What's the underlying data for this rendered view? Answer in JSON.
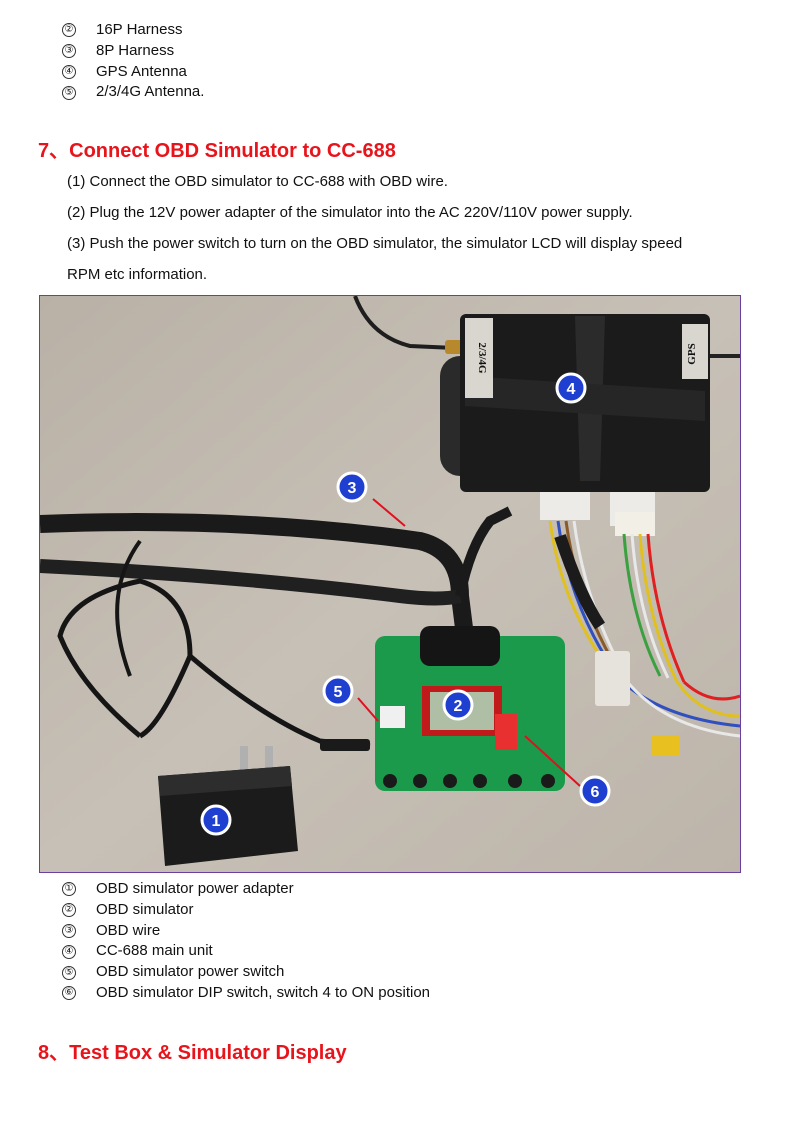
{
  "top_list": [
    {
      "num": "②",
      "text": "16P Harness"
    },
    {
      "num": "③",
      "text": "8P Harness"
    },
    {
      "num": "④",
      "text": "GPS Antenna"
    },
    {
      "num": "⑤",
      "text": "2/3/4G Antenna."
    }
  ],
  "section7": {
    "title": "7、Connect OBD Simulator to CC-688",
    "steps": [
      "(1)  Connect the OBD simulator to CC-688 with OBD wire.",
      "(2)  Plug the 12V power adapter of the simulator into the AC 220V/110V power supply.",
      "(3)  Push the power switch to turn on the OBD simulator, the simulator LCD will display speed",
      "RPM etc information."
    ]
  },
  "photo": {
    "unit_label_left": "2/3/4G",
    "unit_label_right": "GPS",
    "badges": [
      "1",
      "2",
      "3",
      "4",
      "5",
      "6"
    ]
  },
  "bottom_list": [
    {
      "num": "①",
      "text": "OBD simulator power adapter"
    },
    {
      "num": "②",
      "text": "OBD simulator"
    },
    {
      "num": "③",
      "text": "OBD wire"
    },
    {
      "num": "④",
      "text": "CC-688 main unit"
    },
    {
      "num": "⑤",
      "text": "OBD simulator power switch"
    },
    {
      "num": "⑥",
      "text": "OBD simulator DIP switch, switch 4 to ON position"
    }
  ],
  "section8": {
    "title": "8、Test Box & Simulator Display"
  },
  "colors": {
    "heading": "#e8141b",
    "badge": "#1f3fd1",
    "arrow": "#e01020",
    "pcb": "#1c9a4c"
  }
}
